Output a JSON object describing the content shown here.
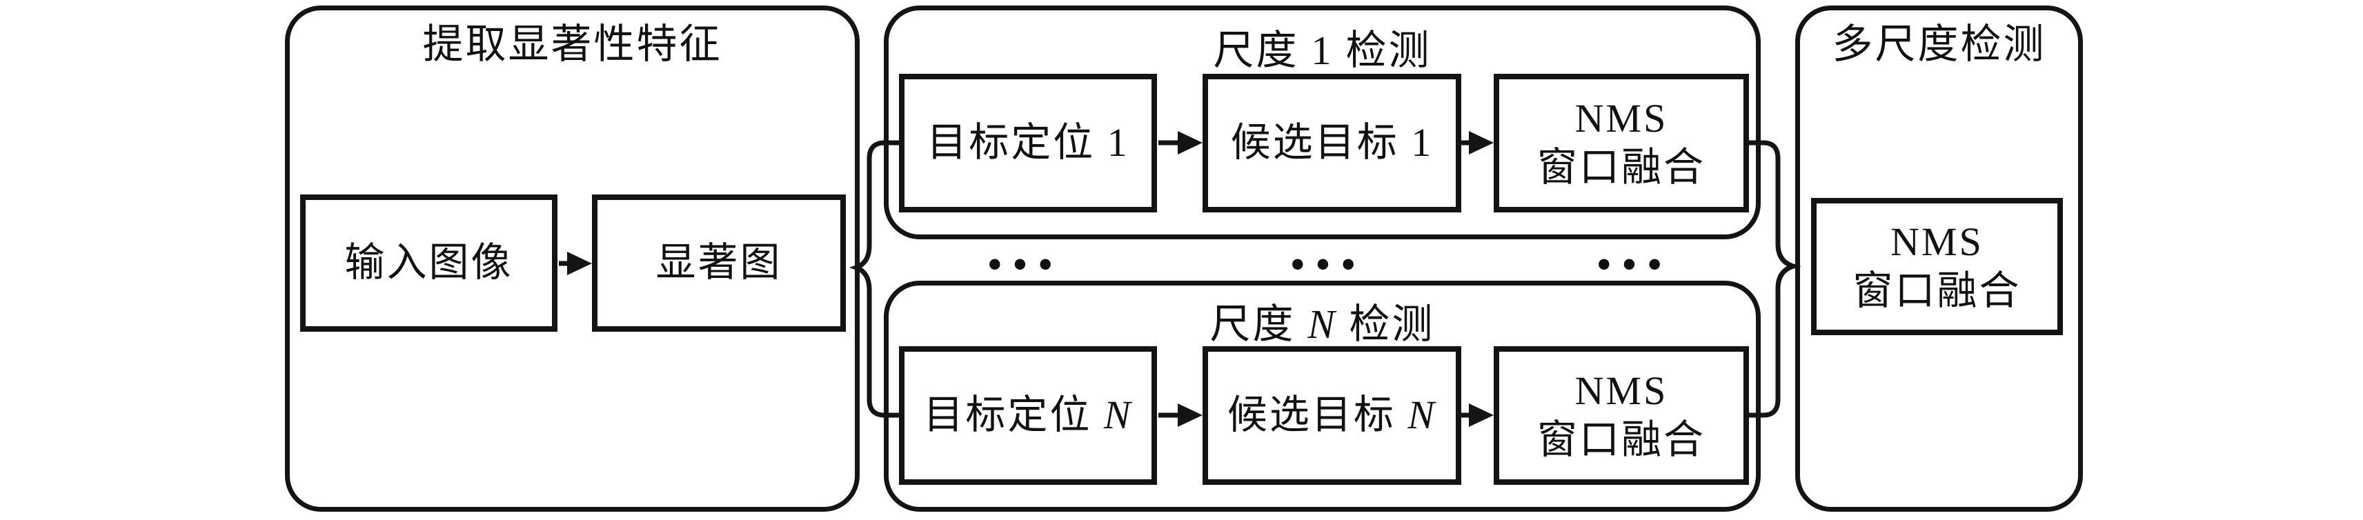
{
  "figure": {
    "background": "#ffffff",
    "line_color": "#141414",
    "stage_feature": {
      "title": "提取显著性特征",
      "input_box": "输入图像",
      "saliency_box": "显著图"
    },
    "scale1": {
      "title": "尺度 1 检测",
      "locate": "目标定位 1",
      "candidate": "候选目标 1",
      "nms_line1": "NMS",
      "nms_line2": "窗口融合"
    },
    "scaleN": {
      "title_prefix": "尺度 ",
      "title_var": "N",
      "title_suffix": " 检测",
      "locate_prefix": "目标定位 ",
      "locate_var": "N",
      "candidate_prefix": "候选目标 ",
      "candidate_var": "N",
      "nms_line1": "NMS",
      "nms_line2": "窗口融合"
    },
    "multiscale": {
      "title": "多尺度检测",
      "nms_line1": "NMS",
      "nms_line2": "窗口融合"
    },
    "ellipsis": "···"
  }
}
